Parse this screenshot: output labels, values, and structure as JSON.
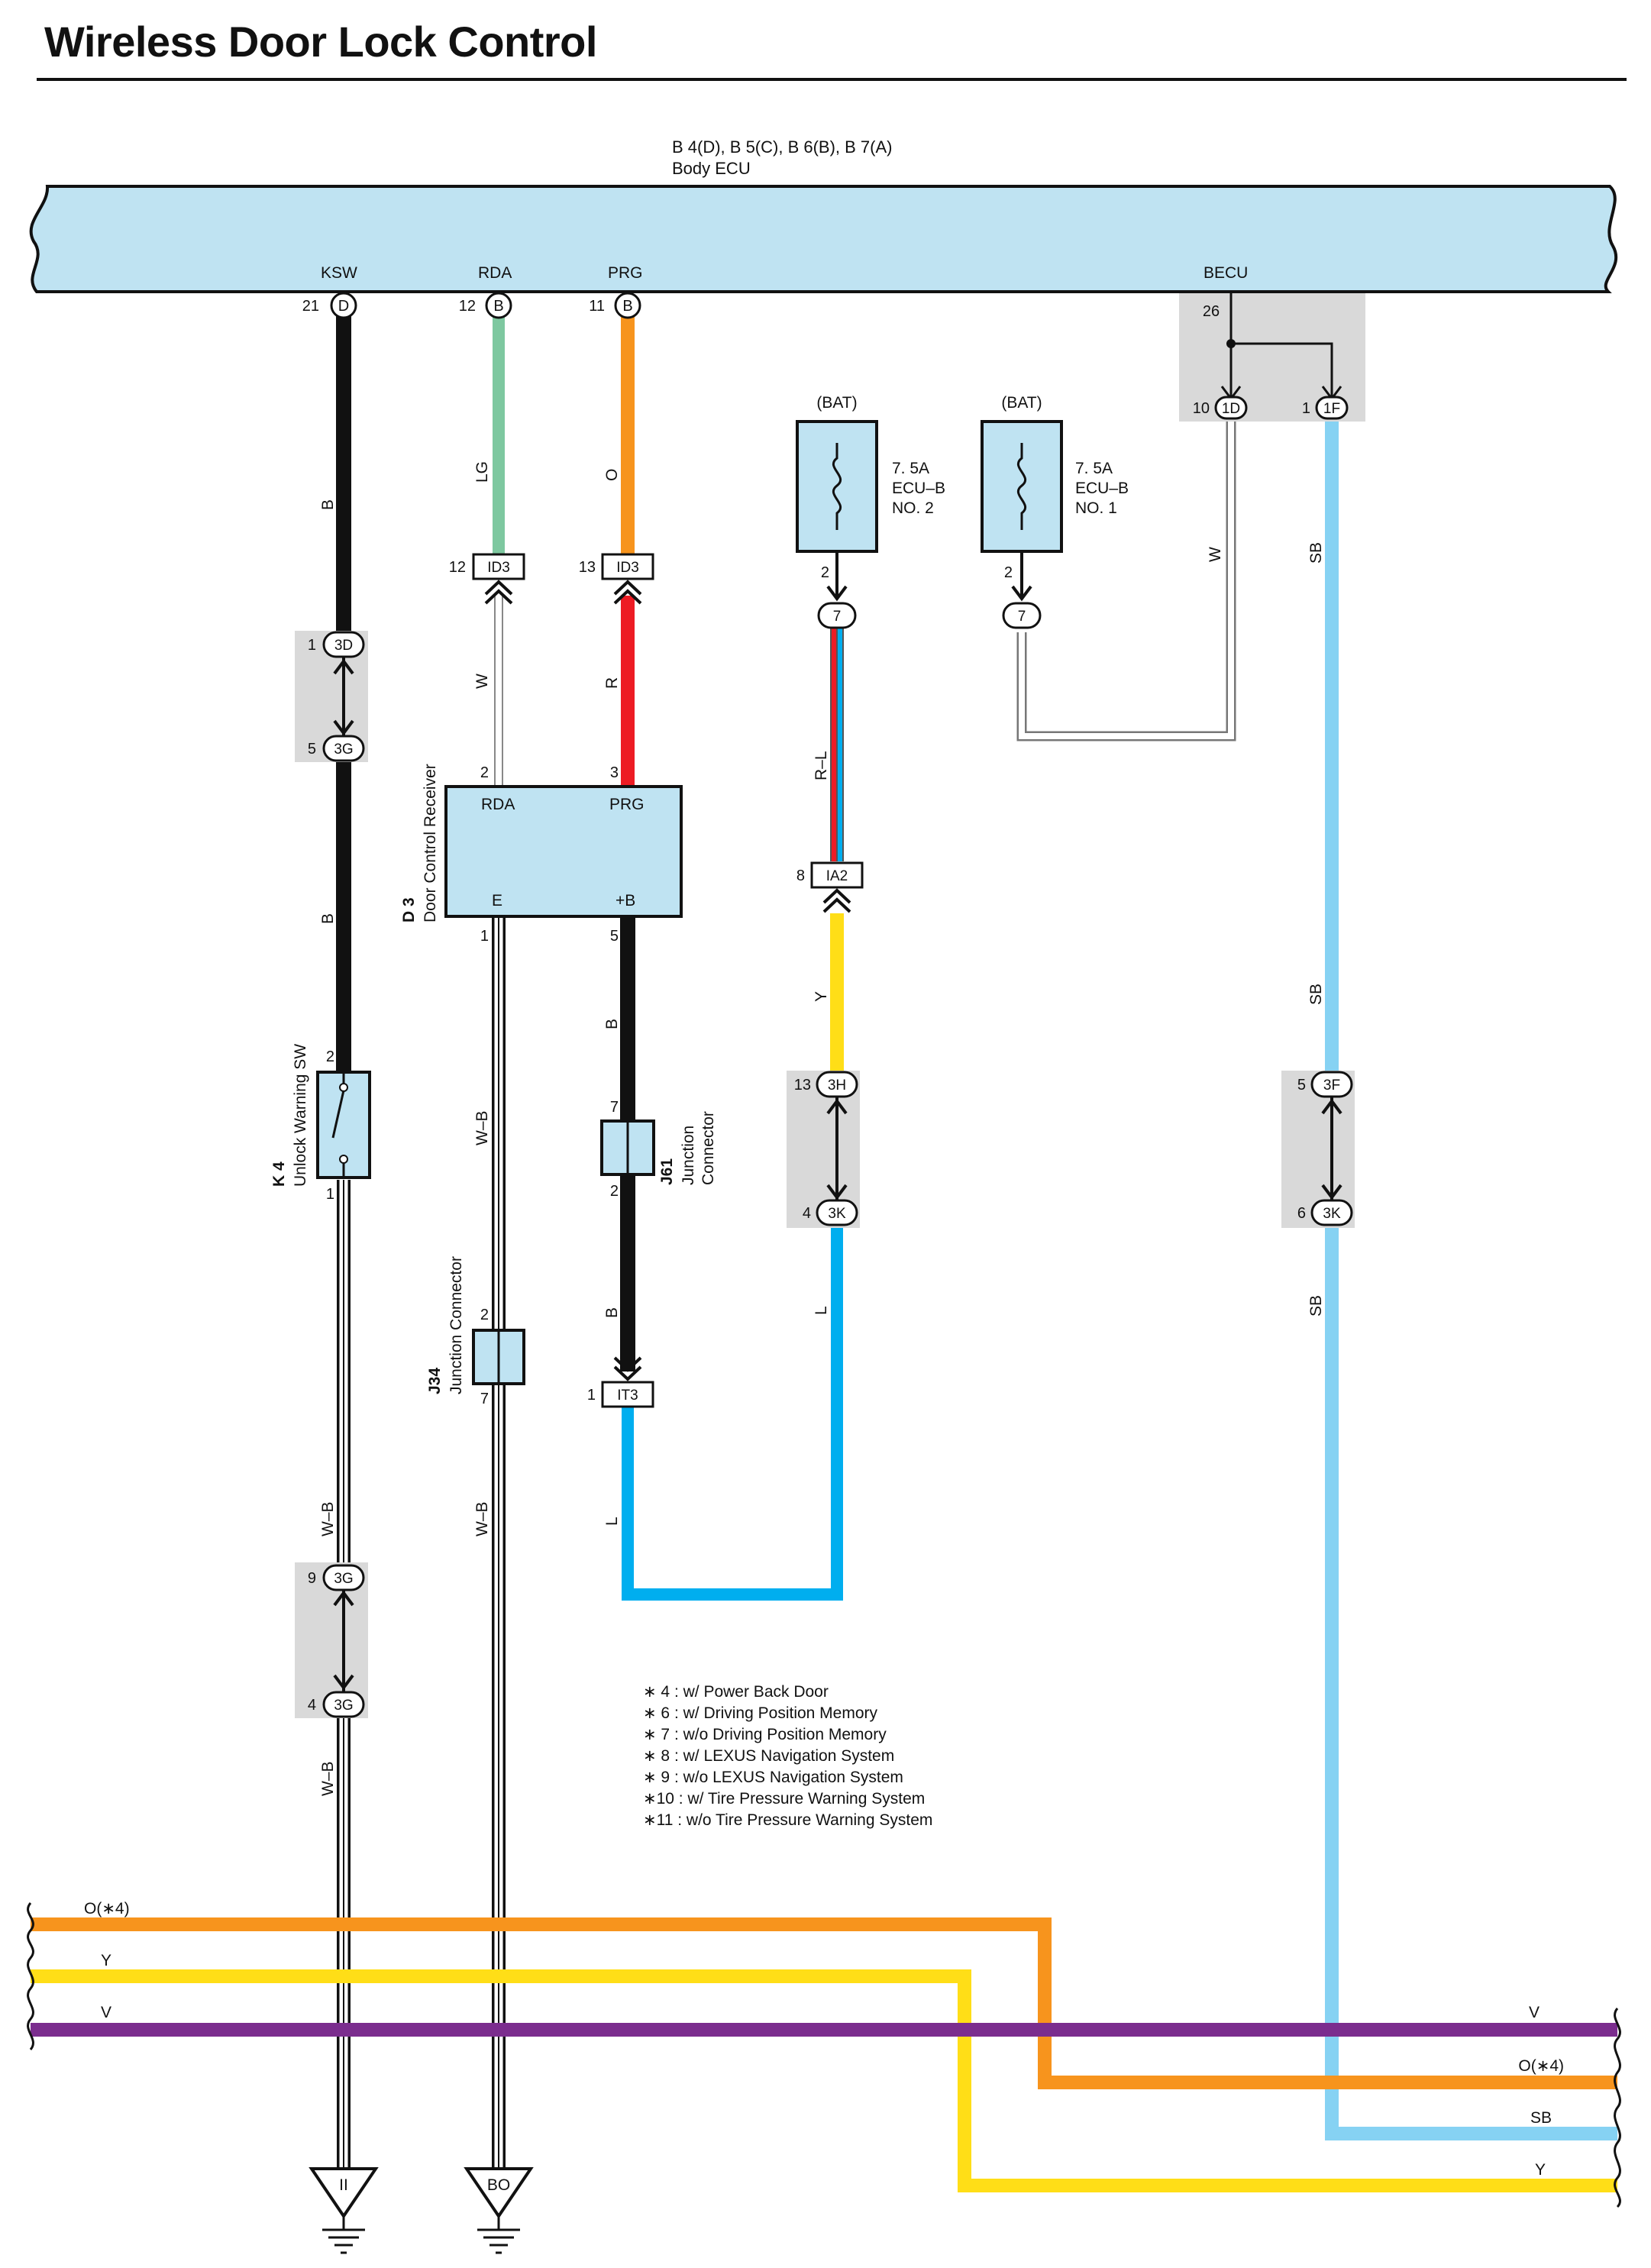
{
  "title": "Wireless Door Lock Control",
  "body_ecu": {
    "connectors": "B 4(D), B 5(C), B 6(B), B 7(A)",
    "name": "Body ECU",
    "terminals": [
      {
        "name": "KSW",
        "pin": "21",
        "conn": "D"
      },
      {
        "name": "RDA",
        "pin": "12",
        "conn": "B"
      },
      {
        "name": "PRG",
        "pin": "11",
        "conn": "B"
      },
      {
        "name": "BECU",
        "pin": "26"
      }
    ],
    "becu_branches": [
      {
        "pin": "10",
        "conn": "1D"
      },
      {
        "pin": "1",
        "conn": "1F"
      }
    ]
  },
  "fuses": [
    {
      "source": "(BAT)",
      "rating": "7. 5A",
      "name": "ECU–B",
      "number": "NO. 2",
      "pin": "2",
      "joint": "7"
    },
    {
      "source": "(BAT)",
      "rating": "7. 5A",
      "name": "ECU–B",
      "number": "NO. 1",
      "pin": "2",
      "joint": "7"
    }
  ],
  "door_control_receiver": {
    "code": "D 3",
    "name": "Door Control Receiver",
    "terminals": {
      "rda": "RDA",
      "prg": "PRG",
      "e": "E",
      "b": "+B"
    },
    "pins": {
      "rda": "2",
      "prg": "3",
      "e": "1",
      "b": "5"
    }
  },
  "unlock_warning_sw": {
    "code": "K 4",
    "name": "Unlock Warning SW",
    "pin_top": "2",
    "pin_bottom": "1"
  },
  "j61": {
    "code": "J61",
    "name_line1": "Junction",
    "name_line2": "Connector",
    "pin_top": "7",
    "pin_bottom": "2"
  },
  "j34": {
    "code": "J34",
    "name": "Junction Connector",
    "pin_top": "2",
    "pin_bottom": "7"
  },
  "connectors": {
    "id3_lg": {
      "pin": "12",
      "label": "ID3"
    },
    "id3_o": {
      "pin": "13",
      "label": "ID3"
    },
    "ia2": {
      "pin": "8",
      "label": "IA2"
    },
    "it3": {
      "pin": "1",
      "label": "IT3"
    },
    "c3d": {
      "pin": "1",
      "label": "3D"
    },
    "c3g_top": {
      "pin": "5",
      "label": "3G"
    },
    "c3g_mid": {
      "pin": "9",
      "label": "3G"
    },
    "c3g_bot": {
      "pin": "4",
      "label": "3G"
    },
    "c3h": {
      "pin": "13",
      "label": "3H"
    },
    "c3k_l": {
      "pin": "4",
      "label": "3K"
    },
    "c3f": {
      "pin": "5",
      "label": "3F"
    },
    "c3k_sb": {
      "pin": "6",
      "label": "3K"
    }
  },
  "wire_labels": {
    "ksw_b1": "B",
    "ksw_b2": "B",
    "ksw_wb1": "W–B",
    "ksw_wb2": "W–B",
    "rda_lg": "LG",
    "rda_w": "W",
    "e_wb1": "W–B",
    "e_wb2": "W–B",
    "prg_o": "O",
    "prg_r": "R",
    "b_b1": "B",
    "b_b2": "B",
    "it3_l": "L",
    "fuse_rl": "R–L",
    "ia2_y": "Y",
    "c3k_l": "L",
    "becu_w": "W",
    "sb1": "SB",
    "sb2": "SB",
    "sb3": "SB"
  },
  "grounds": [
    "II",
    "BO"
  ],
  "notes": [
    "∗ 4 : w/ Power Back Door",
    "∗ 6 : w/ Driving Position Memory",
    "∗ 7 : w/o Driving Position Memory",
    "∗ 8 : w/ LEXUS Navigation System",
    "∗ 9 : w/o LEXUS Navigation System",
    "∗10 : w/ Tire Pressure Warning System",
    "∗11 : w/o Tire Pressure Warning System"
  ],
  "bus_left": [
    "O(∗4)",
    "Y",
    "V"
  ],
  "bus_right": [
    "V",
    "O(∗4)",
    "SB",
    "Y"
  ],
  "colors": {
    "ecu_fill": "#bfe3f2",
    "component_fill": "#bfe3f2",
    "connector_bg": "#d9d9d9",
    "wire_b": "#111111",
    "wire_lg": "#7ec8a0",
    "wire_o": "#f7941d",
    "wire_r": "#ed1c24",
    "wire_y": "#ffde17",
    "wire_l": "#00aeef",
    "wire_sb": "#86d2f3",
    "wire_v": "#7b2d8e",
    "wire_w": "#ffffff"
  }
}
